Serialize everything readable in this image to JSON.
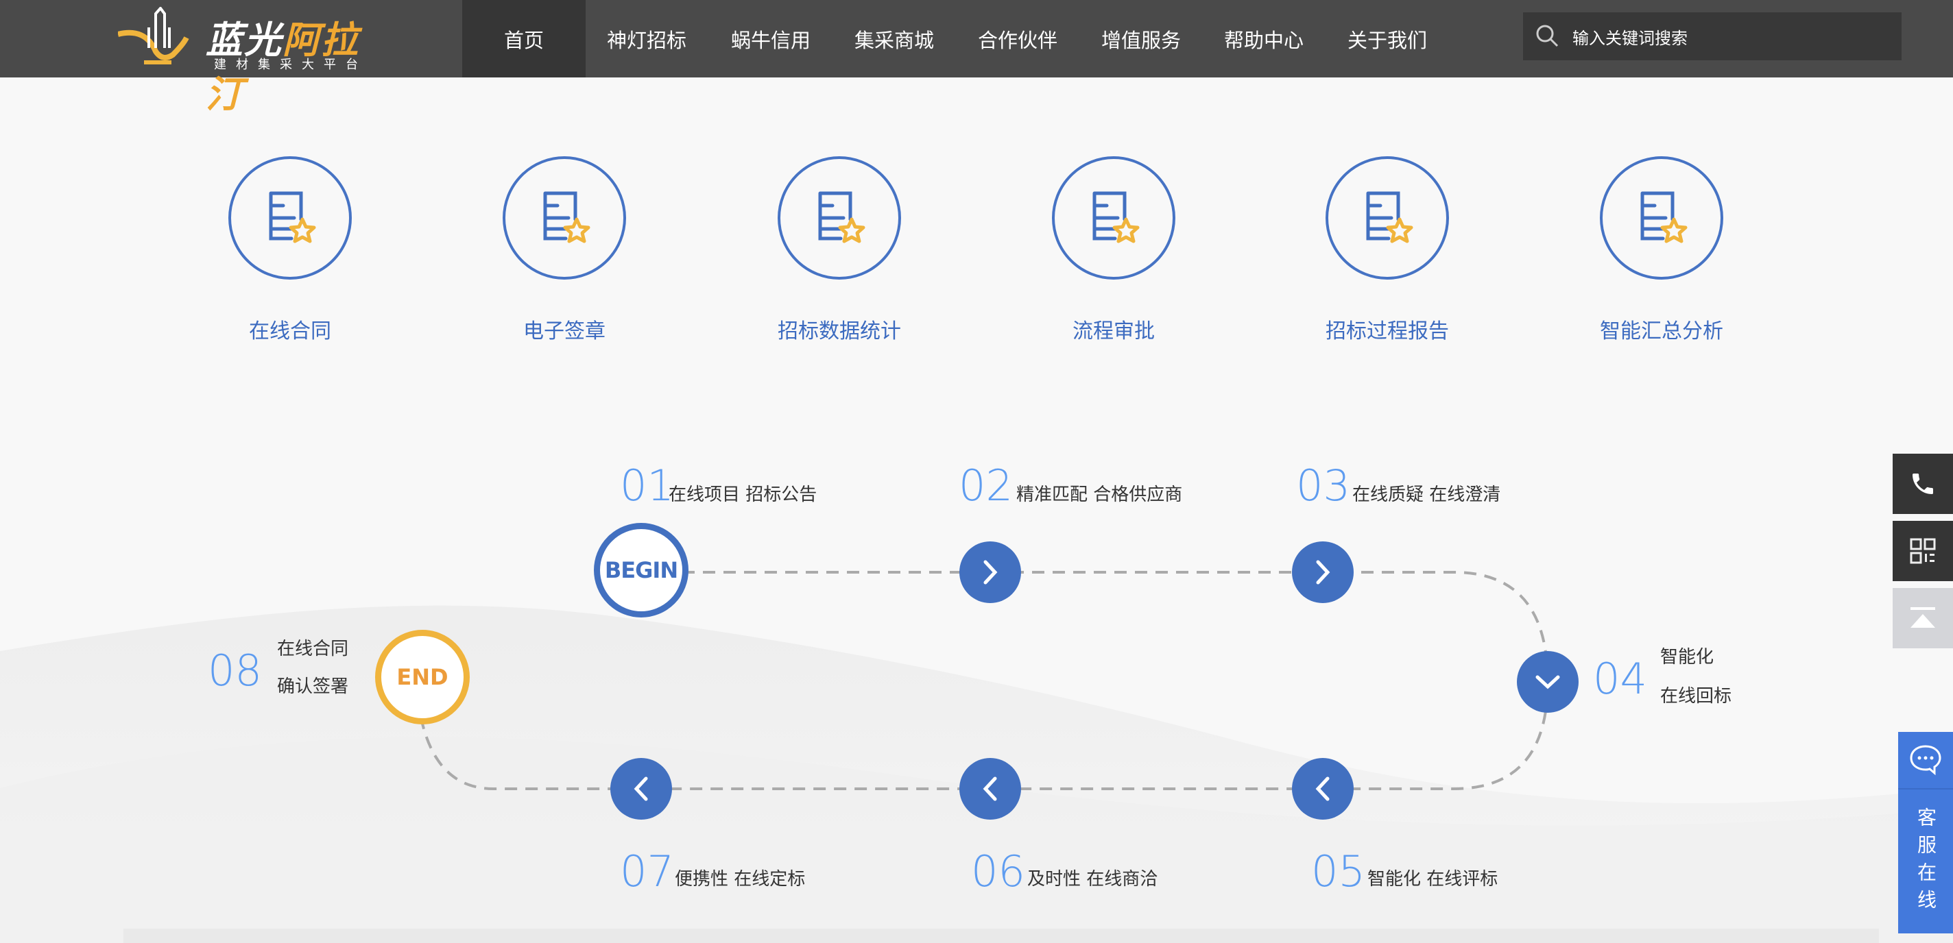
{
  "logo": {
    "name_white": "蓝光",
    "name_gold": "阿拉汀",
    "tagline": "建材集采大平台"
  },
  "nav": [
    {
      "label": "首页",
      "active": true
    },
    {
      "label": "神灯招标"
    },
    {
      "label": "蜗牛信用"
    },
    {
      "label": "集采商城"
    },
    {
      "label": "合作伙伴"
    },
    {
      "label": "增值服务"
    },
    {
      "label": "帮助中心"
    },
    {
      "label": "关于我们"
    }
  ],
  "search": {
    "placeholder": "输入关键词搜索",
    "icon": "search-icon"
  },
  "features": [
    {
      "label": "在线合同"
    },
    {
      "label": "电子签章"
    },
    {
      "label": "招标数据统计"
    },
    {
      "label": "流程审批"
    },
    {
      "label": "招标过程报告"
    },
    {
      "label": "智能汇总分析"
    }
  ],
  "process": {
    "begin": "BEGIN",
    "end": "END",
    "steps": [
      {
        "num": "01",
        "text": "在线项目 招标公告"
      },
      {
        "num": "02",
        "text": "精准匹配 合格供应商"
      },
      {
        "num": "03",
        "text": "在线质疑 在线澄清"
      },
      {
        "num": "04",
        "line1": "智能化",
        "line2": "在线回标"
      },
      {
        "num": "05",
        "text": "智能化 在线评标"
      },
      {
        "num": "06",
        "text": "及时性 在线商洽"
      },
      {
        "num": "07",
        "text": "便携性 在线定标"
      },
      {
        "num": "08",
        "line1": "在线合同",
        "line2": "确认签署"
      }
    ]
  },
  "sidebar": {
    "chat_label": "客服在线"
  },
  "colors": {
    "header": "#4a4a4a",
    "accent": "#4270c0",
    "number": "#5e9cf0",
    "gold": "#f0b43c"
  }
}
